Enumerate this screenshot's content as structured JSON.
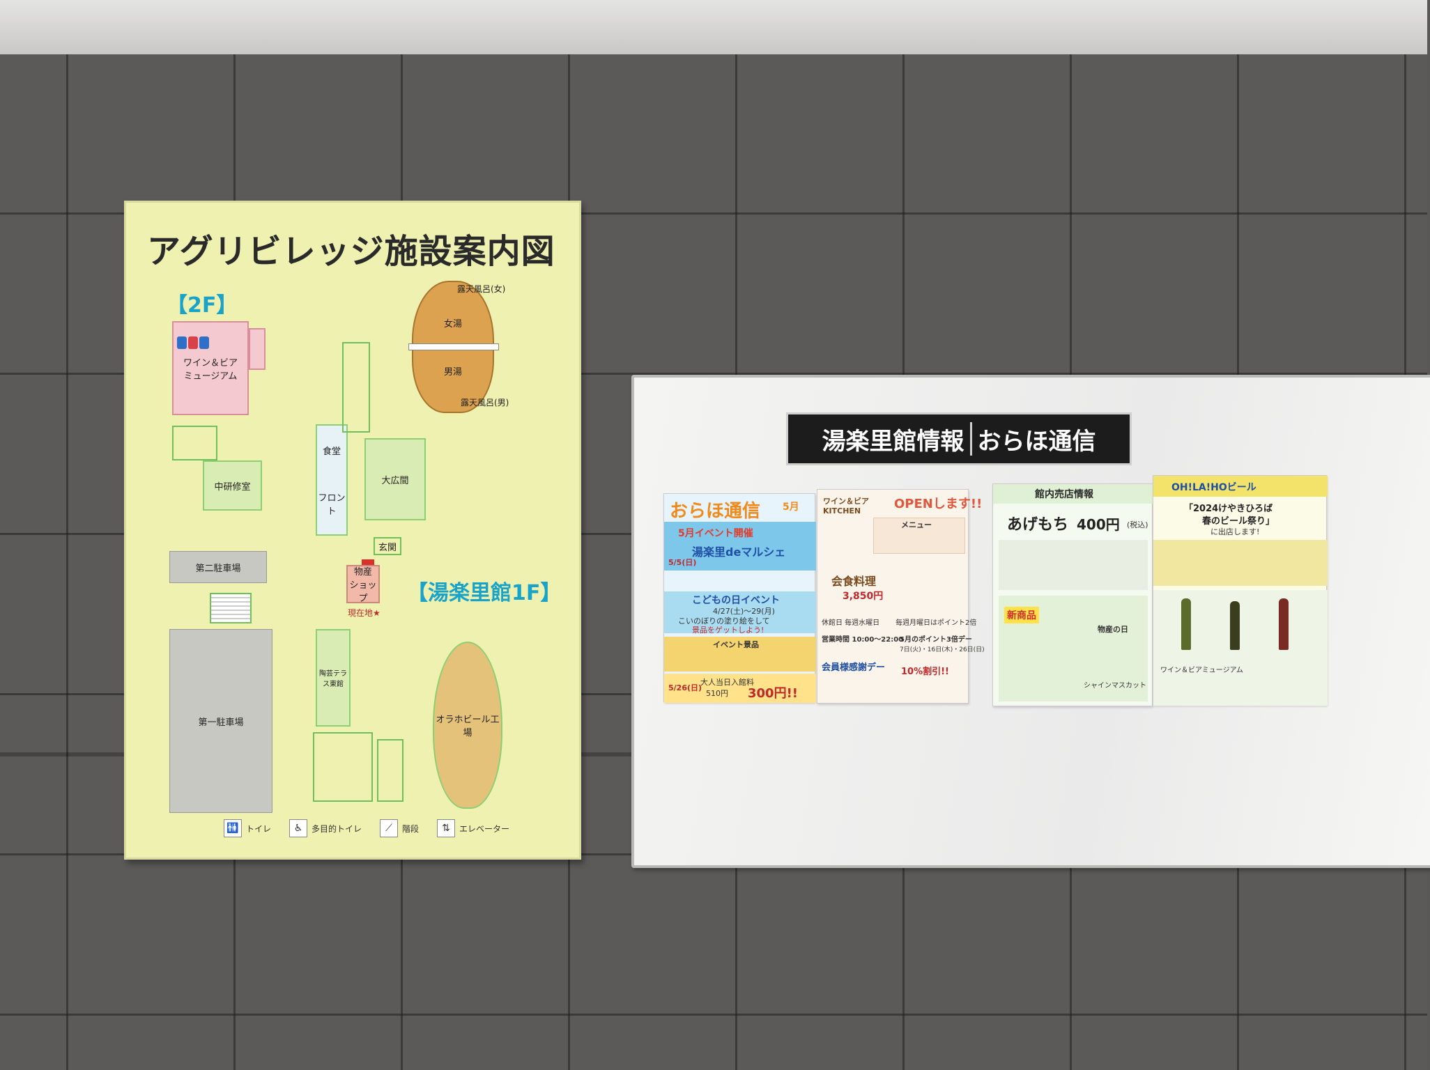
{
  "map": {
    "title": "アグリビレッジ施設案内図",
    "floor2": "【2F】",
    "floor1": "【湯楽里館1F】",
    "rooms": {
      "museum": "ワイン＆ビア\nミュージアム",
      "training": "中研修室",
      "parking2": "第二駐車場",
      "parking1": "第一駐車場",
      "dining": "食堂",
      "front": "フロント",
      "hall": "大広間",
      "entrance": "玄関",
      "shop": "物産\nショップ",
      "current": "現在地★",
      "women_bath": "女湯",
      "men_bath": "男湯",
      "outdoor_women": "露天風呂(女)",
      "outdoor_men": "露天風呂(男)",
      "terrace": "陶芸テラス東館",
      "brewery": "オラホビール工場"
    },
    "legend": {
      "toilet": "トイレ",
      "multi_toilet": "多目的トイレ",
      "stairs": "階段",
      "elevator": "エレベーター"
    }
  },
  "board": {
    "header_left": "湯楽里館情報",
    "header_right": "おらほ通信",
    "poster1": {
      "title": "おらほ通信",
      "month": "5月",
      "event": "5月イベント開催",
      "marche": "湯楽里deマルシェ",
      "date1": "5/5(日)",
      "kodomo": "こどもの日イベント",
      "sub": "4/27(土)〜29(月)",
      "line1": "こいのぼりの塗り絵をして",
      "line2": "景品をゲットしよう!",
      "prize": "イベント景品",
      "date2": "5/26(日)",
      "price_label": "大人当日入館料",
      "price_old": "510円",
      "price_new": "300円!!"
    },
    "poster2": {
      "title": "ワイン＆ビア KITCHEN",
      "badge": "OPENします!!",
      "menu": "メニュー",
      "course": "会食料理",
      "course_price": "3,850円",
      "closed": "休館日 毎週水曜日",
      "point": "毎週月曜日はポイント2倍",
      "hours": "営業時間 10:00〜22:00",
      "point3": "5月のポイント3倍デー",
      "days": "7日(火)・16日(木)・26日(日)",
      "members": "会員様感謝デー",
      "discount": "10%割引!!"
    },
    "poster3": {
      "title": "館内売店情報",
      "item": "あげもち",
      "price": "400円",
      "tax": "(税込)",
      "new": "新商品",
      "product": "シャインマスカット",
      "campaign": "物産の日"
    },
    "poster4": {
      "title": "OH!LA!HOビール",
      "headline": "「2024けやきひろば",
      "headline2": "春のビール祭り」",
      "headline3": "に出店します!",
      "museum": "ワイン＆ビアミュージアム"
    }
  }
}
